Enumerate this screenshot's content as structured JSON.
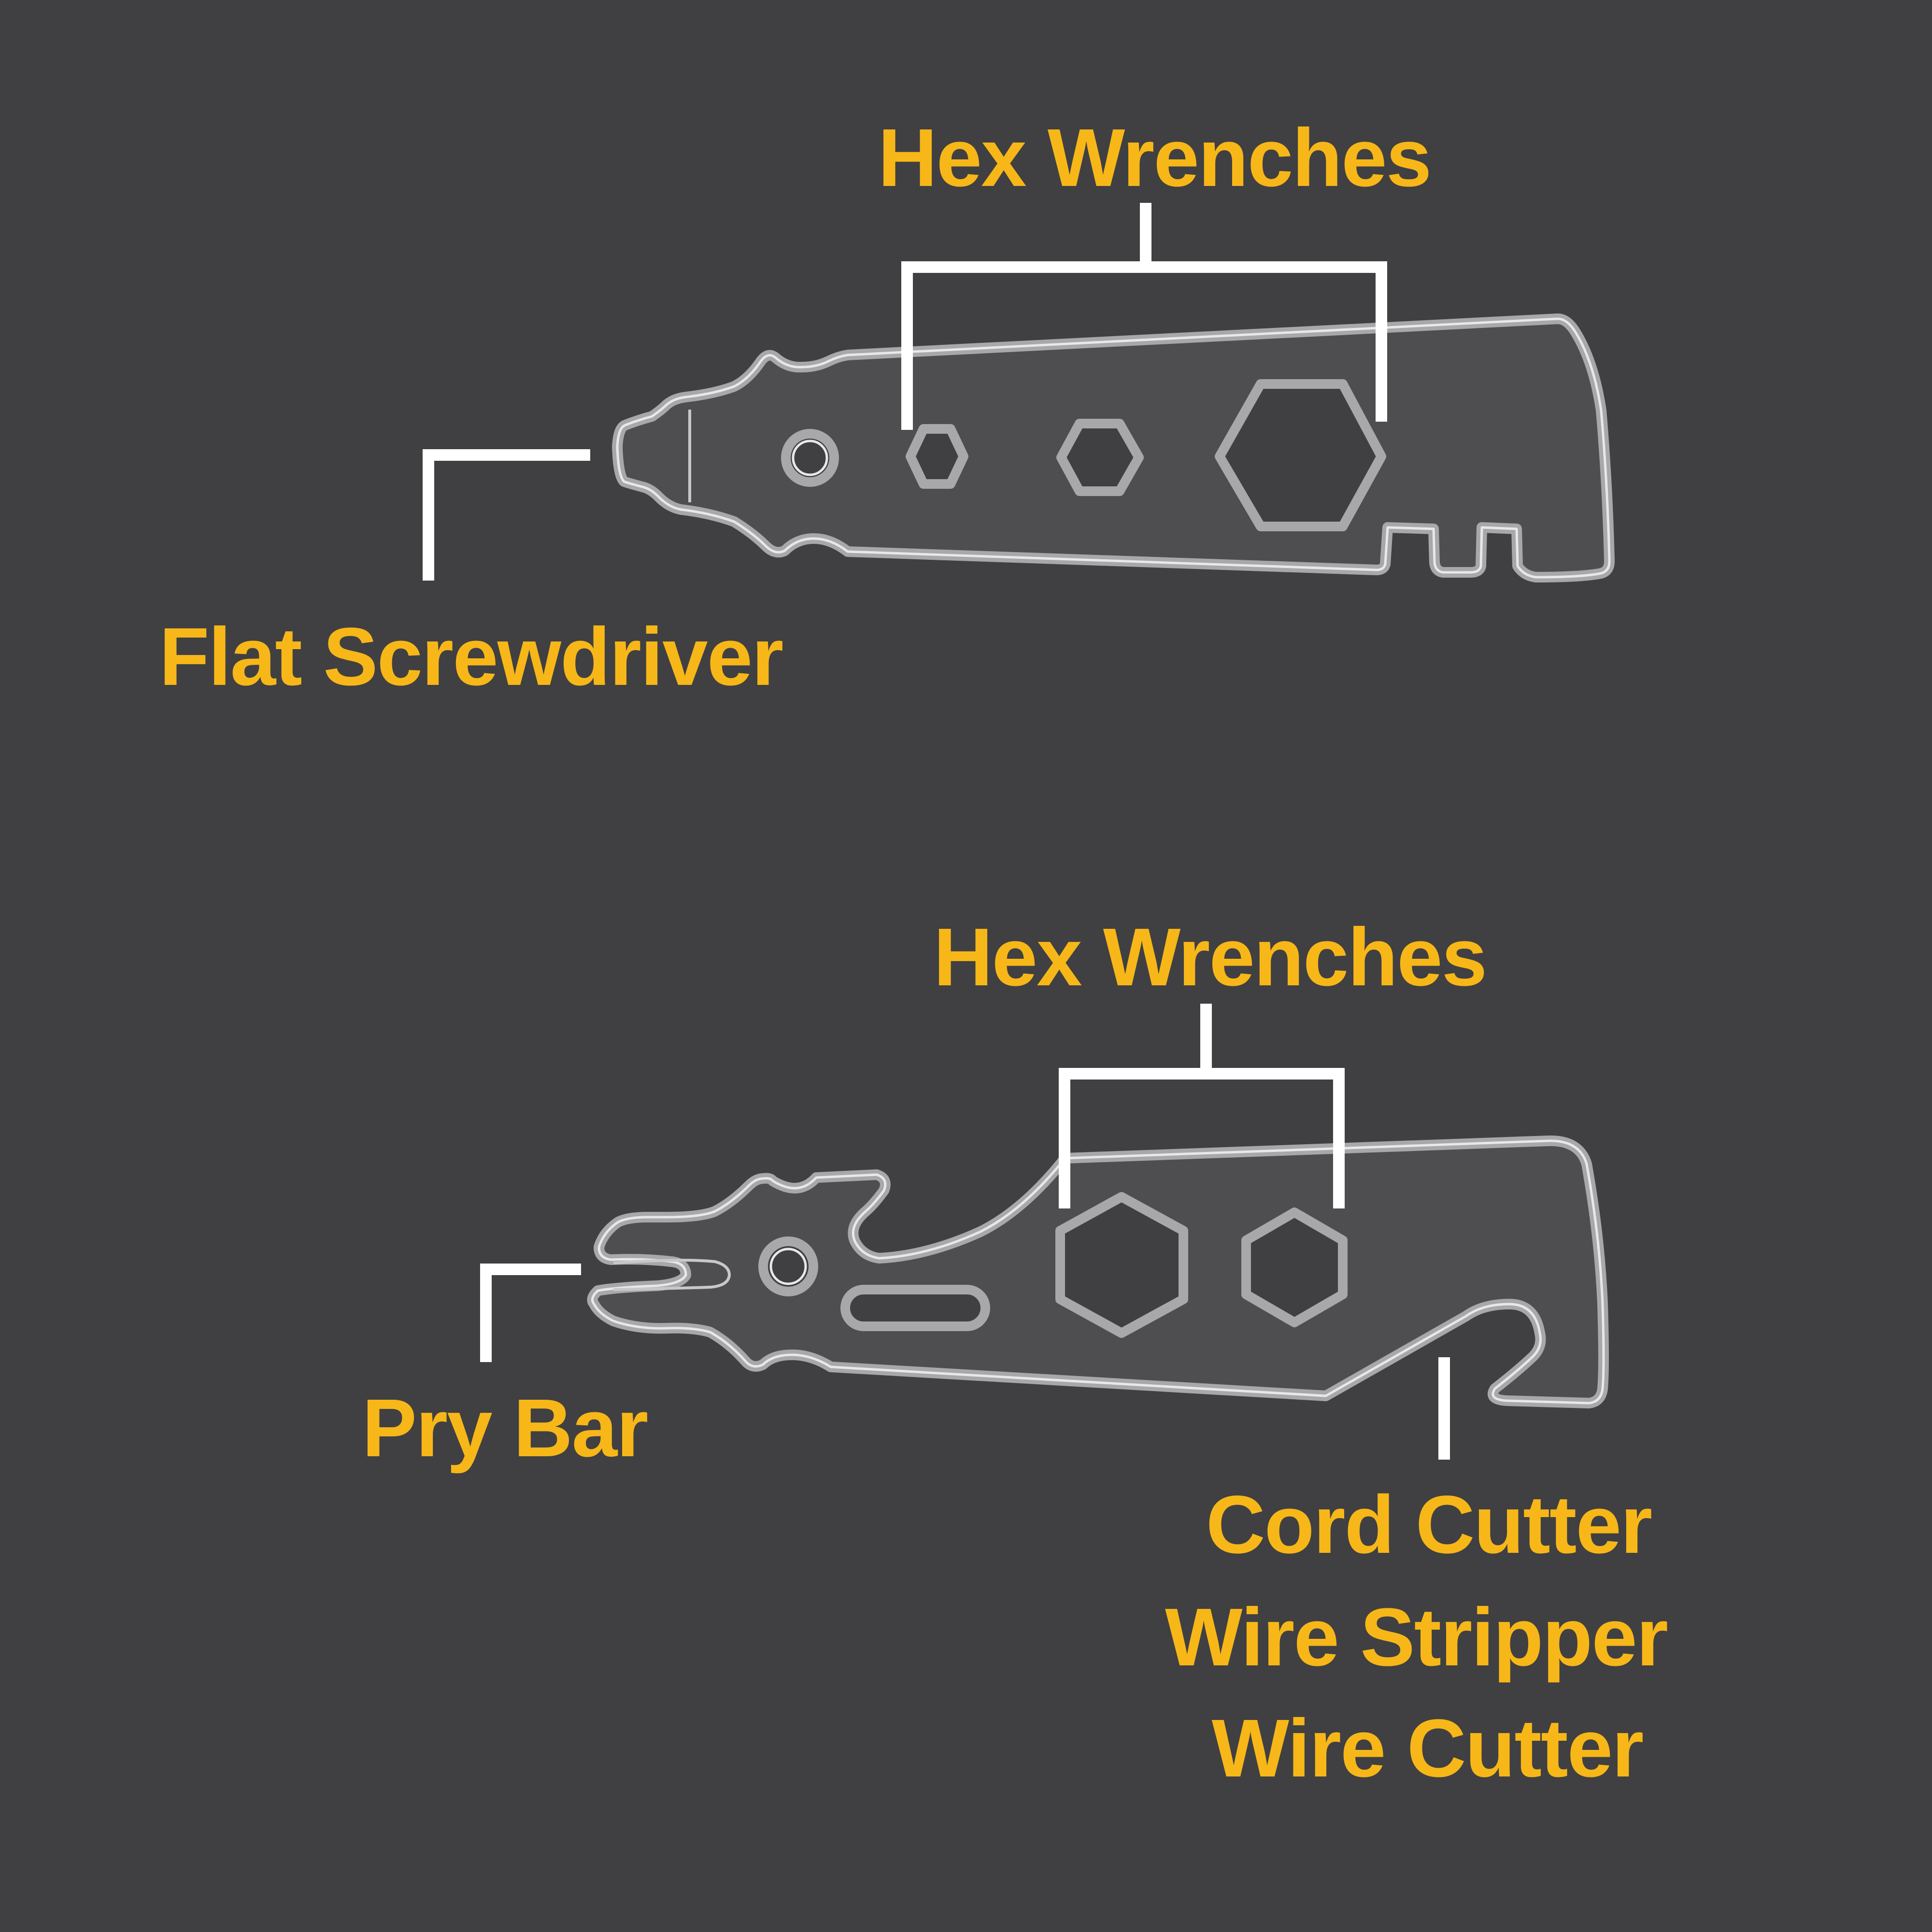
{
  "labels": {
    "top_hex_wrenches": "Hex Wrenches",
    "flat_screwdriver": "Flat Screwdriver",
    "bottom_hex_wrenches": "Hex Wrenches",
    "pry_bar": "Pry Bar",
    "cord_cutter": "Cord Cutter",
    "wire_stripper": "Wire Stripper",
    "wire_cutter": "Wire Cutter"
  },
  "colors": {
    "background": "#404042",
    "label": "#F7B718",
    "bracket": "#FFFFFF",
    "tool_fill": "#4E4E50",
    "tool_outline": "#A8A8AA"
  }
}
